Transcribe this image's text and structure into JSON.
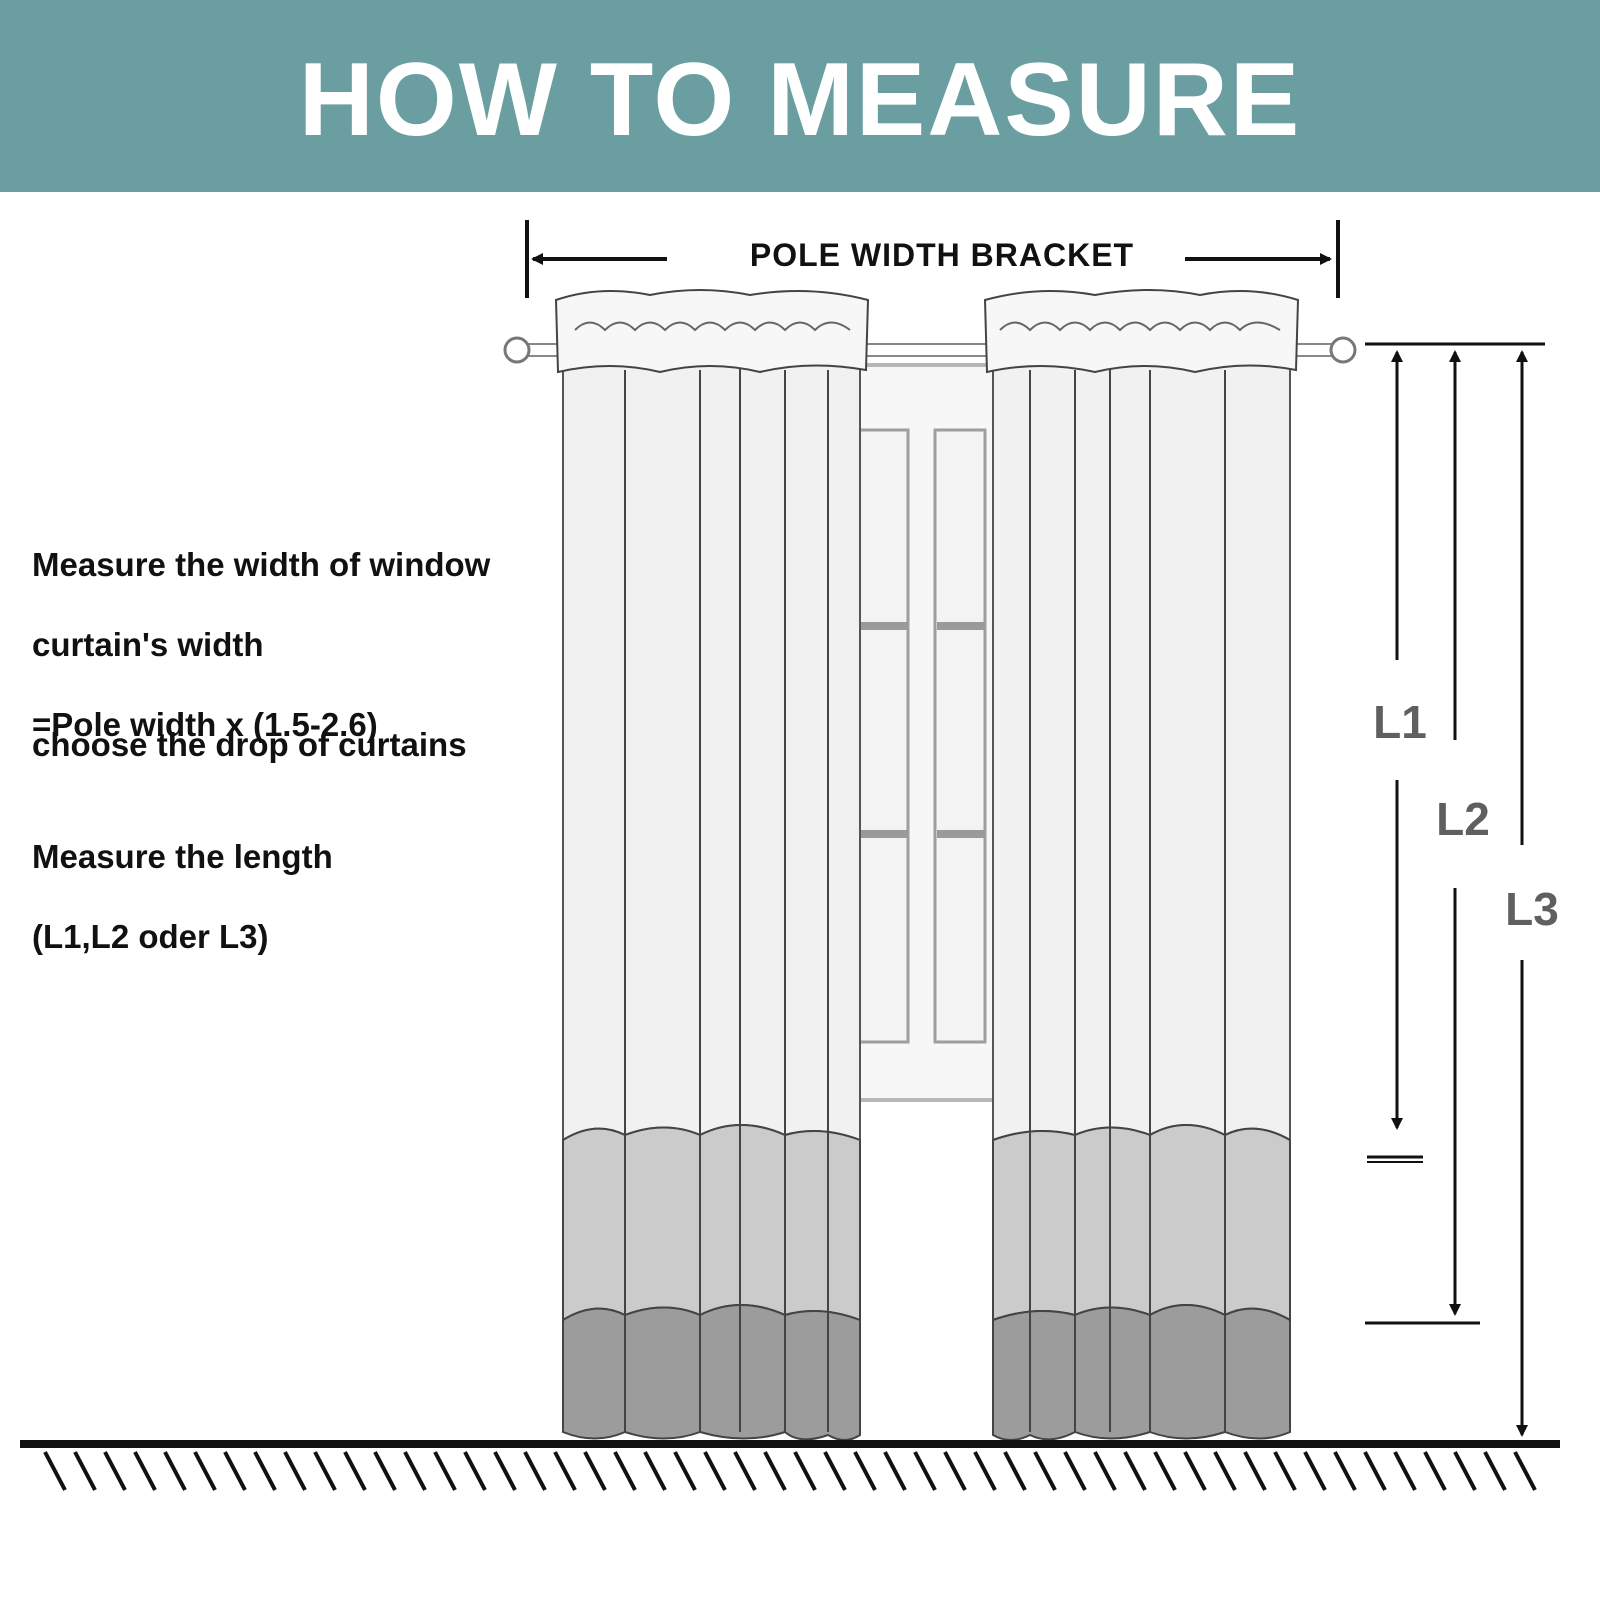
{
  "header": {
    "title": "HOW TO MEASURE"
  },
  "colors": {
    "header_bg": "#6a9ea1",
    "title_text": "#ffffff",
    "line": "#111111",
    "label_gray": "#5f5f5f",
    "curtain_white": "#f1f1f1",
    "curtain_mid": "#c9c9c9",
    "curtain_dark": "#9a9a9a",
    "window_frame": "#b7b7b7"
  },
  "diagram": {
    "pole_label": "POLE WIDTH BRACKET",
    "length_labels": [
      "L1",
      "L2",
      "L3"
    ]
  },
  "instructions": [
    {
      "lines": [
        "Measure the width of window",
        "curtain's width",
        "=Pole width x (1.5-2.6)"
      ]
    },
    {
      "lines": [
        "choose the drop of curtains"
      ]
    },
    {
      "lines": [
        "Measure the length",
        "(L1,L2 oder L3)"
      ]
    }
  ],
  "icons": [
    "curtain-rod",
    "curtain-panel-left",
    "curtain-panel-right",
    "window",
    "floor-hatch",
    "dimension-arrow"
  ]
}
